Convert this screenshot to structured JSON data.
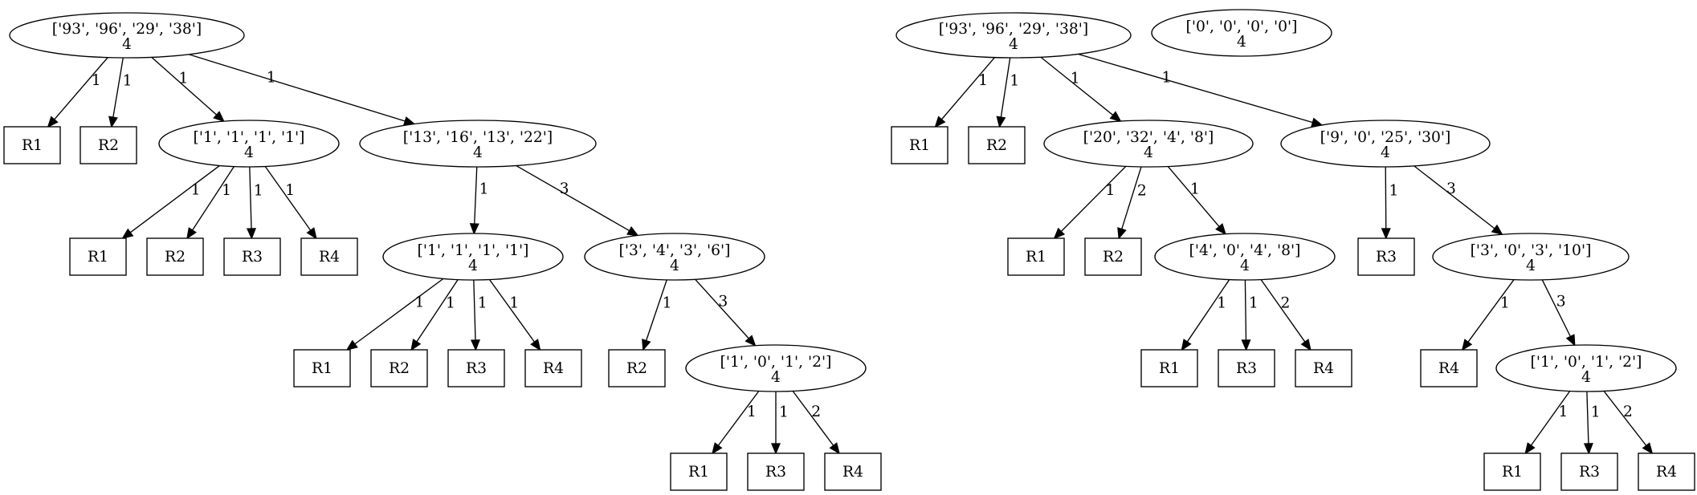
{
  "nodes": [
    {
      "id": "a0",
      "shape": "ellipse",
      "label": "['93', '96', '29', '38']",
      "count": "4"
    },
    {
      "id": "a1",
      "shape": "box",
      "label": "R1"
    },
    {
      "id": "a2",
      "shape": "box",
      "label": "R2"
    },
    {
      "id": "a3",
      "shape": "ellipse",
      "label": "['1', '1', '1', '1']",
      "count": "4"
    },
    {
      "id": "a4",
      "shape": "ellipse",
      "label": "['13', '16', '13', '22']",
      "count": "4"
    },
    {
      "id": "a5",
      "shape": "box",
      "label": "R1"
    },
    {
      "id": "a6",
      "shape": "box",
      "label": "R2"
    },
    {
      "id": "a7",
      "shape": "box",
      "label": "R3"
    },
    {
      "id": "a8",
      "shape": "box",
      "label": "R4"
    },
    {
      "id": "a9",
      "shape": "ellipse",
      "label": "['1', '1', '1', '1']",
      "count": "4"
    },
    {
      "id": "a10",
      "shape": "ellipse",
      "label": "['3', '4', '3', '6']",
      "count": "4"
    },
    {
      "id": "a11",
      "shape": "box",
      "label": "R1"
    },
    {
      "id": "a12",
      "shape": "box",
      "label": "R2"
    },
    {
      "id": "a13",
      "shape": "box",
      "label": "R3"
    },
    {
      "id": "a14",
      "shape": "box",
      "label": "R4"
    },
    {
      "id": "a15",
      "shape": "box",
      "label": "R2"
    },
    {
      "id": "a16",
      "shape": "ellipse",
      "label": "['1', '0', '1', '2']",
      "count": "4"
    },
    {
      "id": "a17",
      "shape": "box",
      "label": "R1"
    },
    {
      "id": "a18",
      "shape": "box",
      "label": "R3"
    },
    {
      "id": "a19",
      "shape": "box",
      "label": "R4"
    },
    {
      "id": "b0",
      "shape": "ellipse",
      "label": "['93', '96', '29', '38']",
      "count": "4"
    },
    {
      "id": "z0",
      "shape": "ellipse",
      "label": "['0', '0', '0', '0']",
      "count": "4"
    },
    {
      "id": "b1",
      "shape": "box",
      "label": "R1"
    },
    {
      "id": "b2",
      "shape": "box",
      "label": "R2"
    },
    {
      "id": "b3",
      "shape": "ellipse",
      "label": "['20', '32', '4', '8']",
      "count": "4"
    },
    {
      "id": "b4",
      "shape": "ellipse",
      "label": "['9', '0', '25', '30']",
      "count": "4"
    },
    {
      "id": "b5",
      "shape": "box",
      "label": "R1"
    },
    {
      "id": "b6",
      "shape": "box",
      "label": "R2"
    },
    {
      "id": "b7",
      "shape": "ellipse",
      "label": "['4', '0', '4', '8']",
      "count": "4"
    },
    {
      "id": "b8",
      "shape": "box",
      "label": "R3"
    },
    {
      "id": "b9",
      "shape": "ellipse",
      "label": "['3', '0', '3', '10']",
      "count": "4"
    },
    {
      "id": "b10",
      "shape": "box",
      "label": "R1"
    },
    {
      "id": "b11",
      "shape": "box",
      "label": "R3"
    },
    {
      "id": "b12",
      "shape": "box",
      "label": "R4"
    },
    {
      "id": "b13",
      "shape": "box",
      "label": "R4"
    },
    {
      "id": "b14",
      "shape": "ellipse",
      "label": "['1', '0', '1', '2']",
      "count": "4"
    },
    {
      "id": "b15",
      "shape": "box",
      "label": "R1"
    },
    {
      "id": "b16",
      "shape": "box",
      "label": "R3"
    },
    {
      "id": "b17",
      "shape": "box",
      "label": "R4"
    }
  ],
  "edges": [
    {
      "from": "a0",
      "to": "a1",
      "label": "1"
    },
    {
      "from": "a0",
      "to": "a2",
      "label": "1"
    },
    {
      "from": "a0",
      "to": "a3",
      "label": "1"
    },
    {
      "from": "a0",
      "to": "a4",
      "label": "1"
    },
    {
      "from": "a3",
      "to": "a5",
      "label": "1"
    },
    {
      "from": "a3",
      "to": "a6",
      "label": "1"
    },
    {
      "from": "a3",
      "to": "a7",
      "label": "1"
    },
    {
      "from": "a3",
      "to": "a8",
      "label": "1"
    },
    {
      "from": "a4",
      "to": "a9",
      "label": "1"
    },
    {
      "from": "a4",
      "to": "a10",
      "label": "3"
    },
    {
      "from": "a9",
      "to": "a11",
      "label": "1"
    },
    {
      "from": "a9",
      "to": "a12",
      "label": "1"
    },
    {
      "from": "a9",
      "to": "a13",
      "label": "1"
    },
    {
      "from": "a9",
      "to": "a14",
      "label": "1"
    },
    {
      "from": "a10",
      "to": "a15",
      "label": "1"
    },
    {
      "from": "a10",
      "to": "a16",
      "label": "3"
    },
    {
      "from": "a16",
      "to": "a17",
      "label": "1"
    },
    {
      "from": "a16",
      "to": "a18",
      "label": "1"
    },
    {
      "from": "a16",
      "to": "a19",
      "label": "2"
    },
    {
      "from": "b0",
      "to": "b1",
      "label": "1"
    },
    {
      "from": "b0",
      "to": "b2",
      "label": "1"
    },
    {
      "from": "b0",
      "to": "b3",
      "label": "1"
    },
    {
      "from": "b0",
      "to": "b4",
      "label": "1"
    },
    {
      "from": "b3",
      "to": "b5",
      "label": "1"
    },
    {
      "from": "b3",
      "to": "b6",
      "label": "2"
    },
    {
      "from": "b3",
      "to": "b7",
      "label": "1"
    },
    {
      "from": "b4",
      "to": "b8",
      "label": "1"
    },
    {
      "from": "b4",
      "to": "b9",
      "label": "3"
    },
    {
      "from": "b7",
      "to": "b10",
      "label": "1"
    },
    {
      "from": "b7",
      "to": "b11",
      "label": "1"
    },
    {
      "from": "b7",
      "to": "b12",
      "label": "2"
    },
    {
      "from": "b9",
      "to": "b13",
      "label": "1"
    },
    {
      "from": "b9",
      "to": "b14",
      "label": "3"
    },
    {
      "from": "b14",
      "to": "b15",
      "label": "1"
    },
    {
      "from": "b14",
      "to": "b16",
      "label": "1"
    },
    {
      "from": "b14",
      "to": "b17",
      "label": "2"
    }
  ]
}
